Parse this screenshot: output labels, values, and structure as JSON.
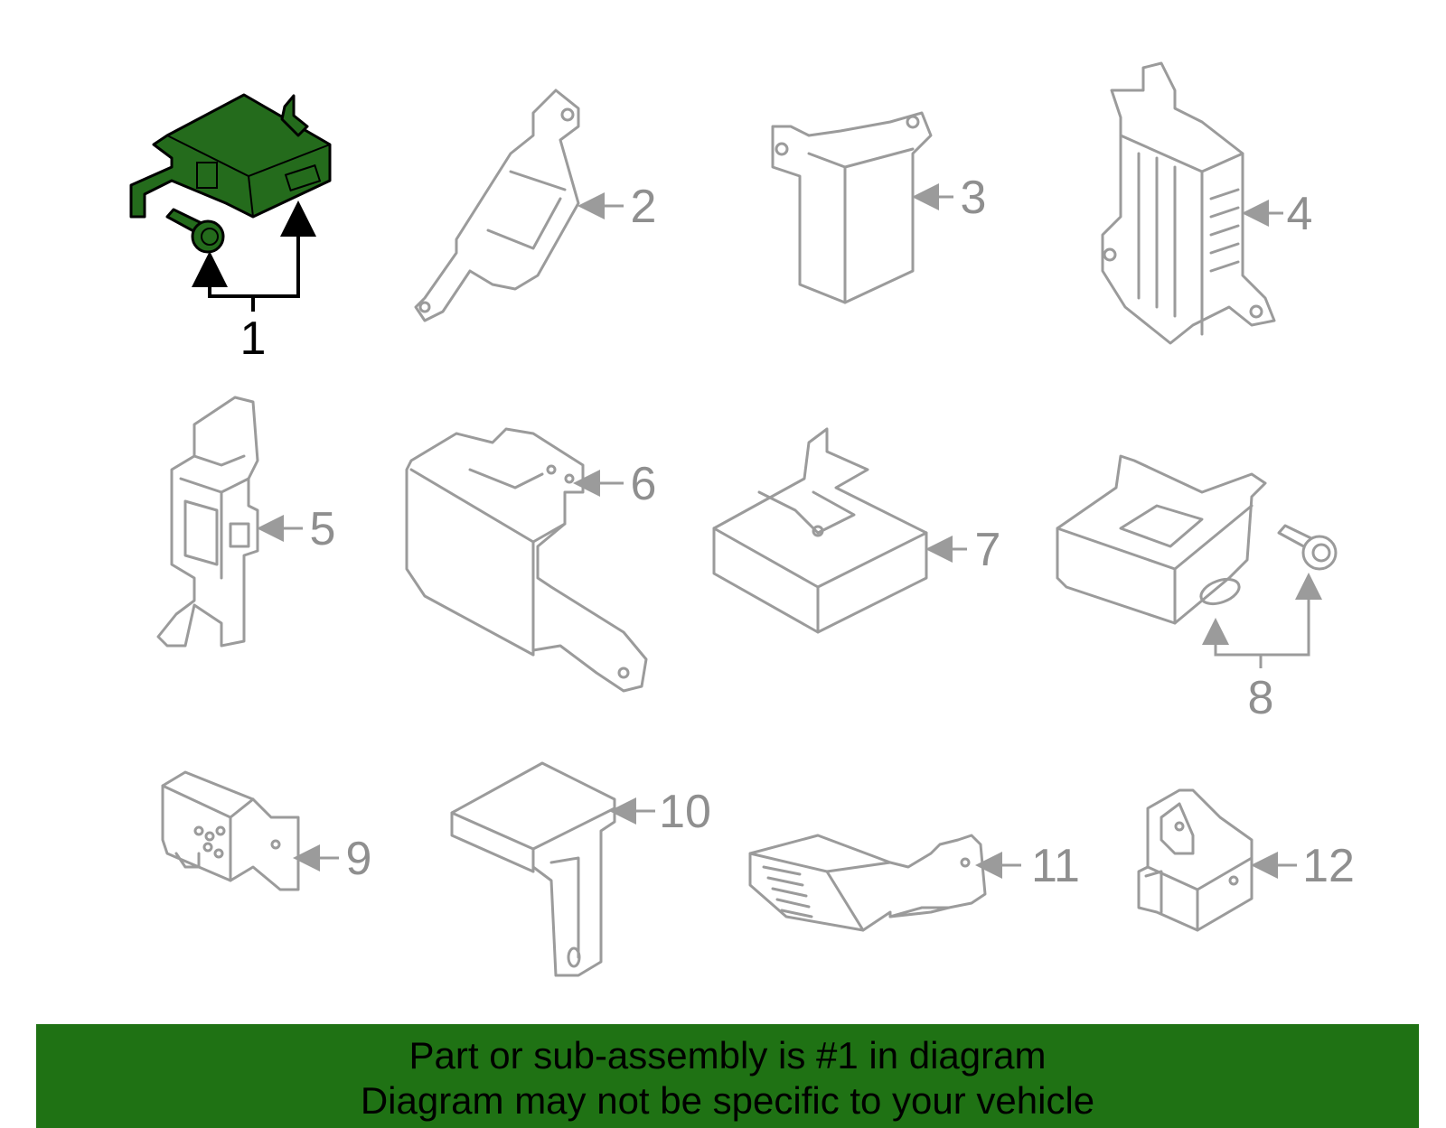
{
  "colors": {
    "highlight_part": "#246b1c",
    "banner_background": "#1f7214",
    "part_outline": "#9b9b9b",
    "callout_text": "#8f8f8f"
  },
  "callouts": {
    "c1": "1",
    "c2": "2",
    "c3": "3",
    "c4": "4",
    "c5": "5",
    "c6": "6",
    "c7": "7",
    "c8": "8",
    "c9": "9",
    "c10": "10",
    "c11": "11",
    "c12": "12"
  },
  "banner": {
    "line1": "Part or sub-assembly is #1 in diagram",
    "line2": "Diagram may not be specific to your vehicle"
  }
}
